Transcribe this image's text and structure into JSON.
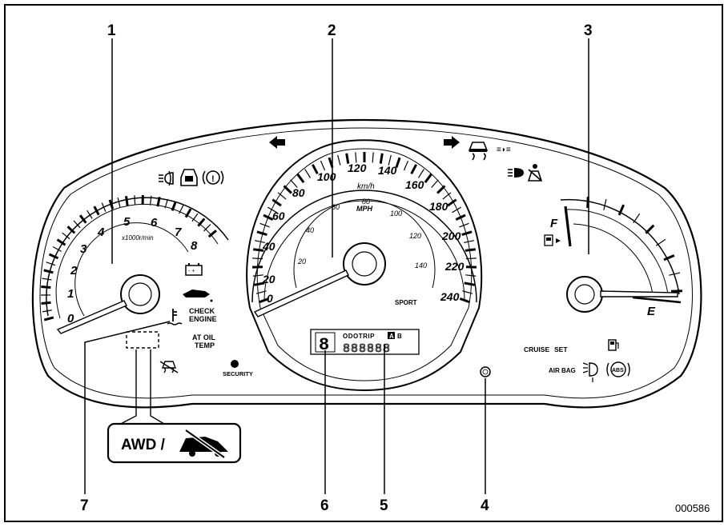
{
  "callouts": {
    "c1": "1",
    "c2": "2",
    "c3": "3",
    "c4": "4",
    "c5": "5",
    "c6": "6",
    "c7": "7"
  },
  "figure_id": "000586",
  "tachometer": {
    "numbers": [
      "0",
      "1",
      "2",
      "3",
      "4",
      "5",
      "6",
      "7",
      "8"
    ],
    "unit": "x1000r/min"
  },
  "speedometer": {
    "kmh_numbers": [
      "0",
      "20",
      "40",
      "60",
      "80",
      "100",
      "120",
      "140",
      "160",
      "180",
      "200",
      "220",
      "240"
    ],
    "kmh_unit": "km/h",
    "mph_numbers": [
      "20",
      "40",
      "60",
      "80",
      "100",
      "120",
      "140"
    ],
    "mph_unit": "MPH",
    "sport": "SPORT"
  },
  "fuel": {
    "full": "F",
    "empty": "E"
  },
  "warning_labels": {
    "check_engine_1": "CHECK",
    "check_engine_2": "ENGINE",
    "at_oil_1": "AT OIL",
    "at_oil_2": "TEMP",
    "security": "SECURITY",
    "cruise": "CRUISE",
    "set": "SET",
    "airbag": "AIR BAG",
    "abs": "ABS"
  },
  "display": {
    "odo_trip": "ODOTRIP",
    "a": "A",
    "b": "B",
    "digits": "888888",
    "gear": "8"
  },
  "awd_label": "AWD /",
  "icons": [
    "turn-left-arrow-icon",
    "turn-right-arrow-icon",
    "front-fog-icon",
    "door-open-icon",
    "brake-warning-icon",
    "skid-icon",
    "rear-fog-icon",
    "high-beam-icon",
    "seatbelt-icon",
    "battery-icon",
    "oil-pressure-icon",
    "coolant-temp-icon",
    "vdc-off-icon",
    "fuel-pump-icon",
    "low-fuel-icon",
    "headlight-leveling-icon",
    "security-led-icon"
  ]
}
